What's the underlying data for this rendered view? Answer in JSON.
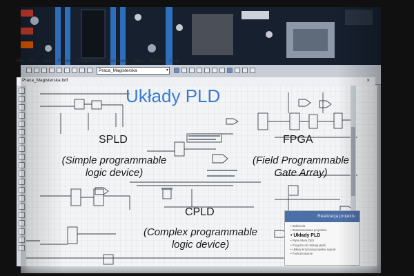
{
  "toolbar": {
    "menu_items": [
      "File",
      "Edit",
      "View",
      "Project",
      "Assignments",
      "Processing",
      "Tools",
      "Window",
      "Help"
    ],
    "project_selector_value": "Praca_Magisterska"
  },
  "document_tab": {
    "title": "Praca_Magisterska.bdf"
  },
  "slide": {
    "title": "Układy PLD",
    "spld": {
      "name": "SPLD",
      "line1": "(Simple programmable",
      "line2": "logic device)"
    },
    "fpga": {
      "name": "FPGA",
      "line1": "(Field Programmable",
      "line2": "Gate Array)"
    },
    "cpld": {
      "name": "CPLD",
      "line1": "(Complex programmable",
      "line2": "logic device)"
    }
  },
  "panel": {
    "heading": "Realizacja projektu",
    "items": [
      "Założenia",
      "Zaawansowana projektów",
      "Układy PLD",
      "Płyta Altera DE0",
      "Program do obsługi płytki",
      "Układy krzyżowa projektu sygnał",
      "Podsumowanie"
    ],
    "active_index": 2
  },
  "colors": {
    "title_blue": "#3a7bd5",
    "panel_header": "#4d6fa8"
  }
}
